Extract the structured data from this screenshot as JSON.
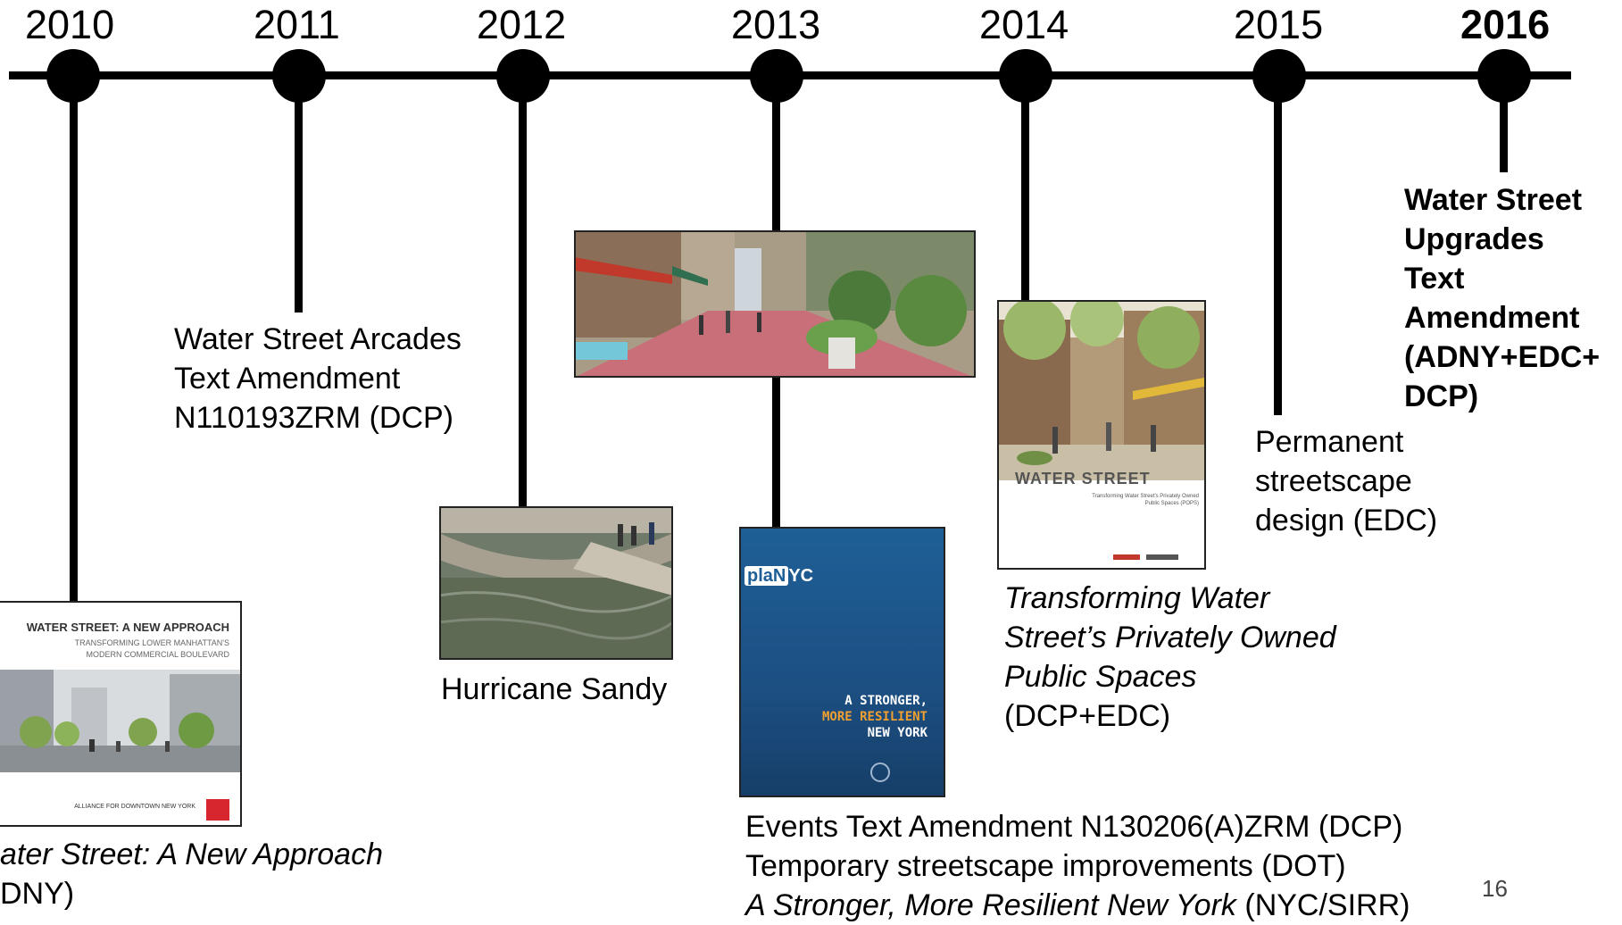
{
  "years": [
    "2010",
    "2011",
    "2012",
    "2013",
    "2014",
    "2015",
    "2016"
  ],
  "events": {
    "e2010_title": "ater Street: A New Approach",
    "e2010_sub": "DNY)",
    "e2011_line1": "Water Street Arcades",
    "e2011_line2": "Text Amendment",
    "e2011_line3": "N110193ZRM (DCP)",
    "e2012": "Hurricane Sandy",
    "e2013_line1": "Events Text Amendment N130206(A)ZRM (DCP)",
    "e2013_line2": "Temporary streetscape improvements (DOT)",
    "e2013_line3_italic": "A Stronger, More Resilient New York",
    "e2013_line3_rest": " (NYC/SIRR)",
    "e2014_line1": "Transforming Water",
    "e2014_line2": "Street’s Privately Owned",
    "e2014_line3": "Public Spaces",
    "e2014_line4": "(DCP+EDC)",
    "e2015_line1": "Permanent",
    "e2015_line2": "streetscape",
    "e2015_line3": "design (EDC)",
    "e2016_line1": "Water Street",
    "e2016_line2": "Upgrades",
    "e2016_line3": "Text",
    "e2016_line4": "Amendment",
    "e2016_line5": "(ADNY+EDC+",
    "e2016_line6": "DCP)"
  },
  "covers": {
    "adny_title": "WATER STREET: A NEW APPROACH",
    "adny_sub1": "TRANSFORMING LOWER MANHATTAN'S",
    "adny_sub2": "MODERN COMMERCIAL BOULEVARD",
    "adny_footer": "ALLIANCE FOR DOWNTOWN NEW YORK",
    "plan_logo": "plaN",
    "plan_logo_suffix": "YC",
    "plan_line1": "A STRONGER,",
    "plan_line2": "MORE RESILIENT",
    "plan_line3": "NEW YORK",
    "pops_title": "WATER STREET",
    "pops_sub": "Transforming Water Street's Privately Owned Public Spaces (POPS)"
  },
  "page_number": "16"
}
